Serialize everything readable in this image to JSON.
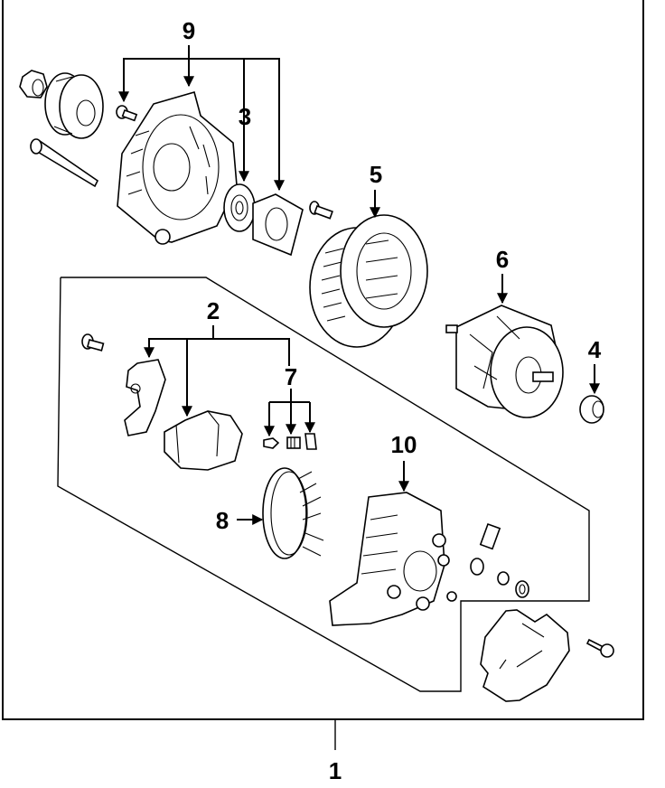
{
  "diagram": {
    "type": "exploded-parts-diagram",
    "subject": "alternator",
    "callouts": [
      {
        "id": "1",
        "label": "1"
      },
      {
        "id": "2",
        "label": "2"
      },
      {
        "id": "3",
        "label": "3"
      },
      {
        "id": "4",
        "label": "4"
      },
      {
        "id": "5",
        "label": "5"
      },
      {
        "id": "6",
        "label": "6"
      },
      {
        "id": "7",
        "label": "7"
      },
      {
        "id": "8",
        "label": "8"
      },
      {
        "id": "9",
        "label": "9"
      },
      {
        "id": "10",
        "label": "10"
      }
    ]
  }
}
